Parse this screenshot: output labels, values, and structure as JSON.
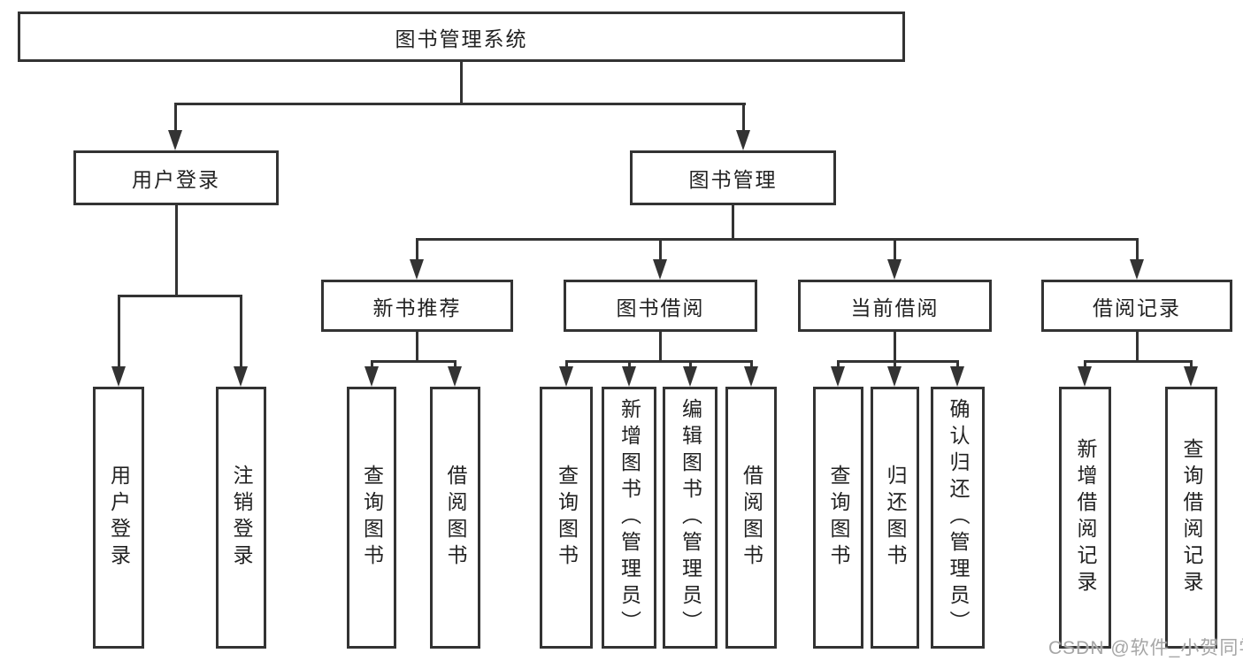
{
  "nodes": {
    "root": "图书管理系统",
    "userLogin": "用户登录",
    "bookMgmt": "图书管理",
    "newBookRec": "新书推荐",
    "bookBorrow": "图书借阅",
    "currentBorrow": "当前借阅",
    "borrowRecords": "借阅记录",
    "leafUserLogin": "用户登录",
    "leafLogout": "注销登录",
    "leafQueryBookA": "查询图书",
    "leafBorrowBookA": "借阅图书",
    "leafQueryBookB": "查询图书",
    "leafAddBook": "新增图书（管理员）",
    "leafEditBook": "编辑图书（管理员）",
    "leafBorrowBookB": "借阅图书",
    "leafQueryBookC": "查询图书",
    "leafReturnBook": "归还图书",
    "leafConfirmReturn": "确认归还（管理员）",
    "leafAddRecord": "新增借阅记录",
    "leafQueryRecord": "查询借阅记录"
  },
  "watermark": "CSDN @软件_小贺同学",
  "colors": {
    "line": "#333333",
    "text": "#222222",
    "watermark": "#a6a6a6",
    "background": "#ffffff"
  }
}
